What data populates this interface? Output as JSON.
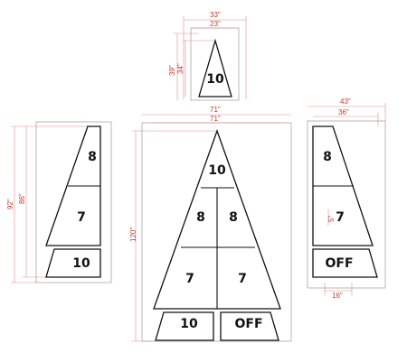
{
  "dimensions": {
    "top_width_outer": "33\"",
    "top_width_inner": "23\"",
    "top_height_outer": "39\"",
    "top_height_inner": "34\"",
    "center_width_outer": "71\"",
    "center_width_inner": "71\"",
    "center_height": "120\"",
    "left_height_outer": "92\"",
    "left_height_inner": "86\"",
    "right_width_outer": "43\"",
    "right_width_inner": "36\"",
    "right_bottom_width": "16\"",
    "right_small": "5\""
  },
  "labels": {
    "top": "10",
    "center_top": "10",
    "center_mid_left": "8",
    "center_mid_right": "8",
    "center_low_left": "7",
    "center_low_right": "7",
    "center_base_left": "10",
    "center_base_right": "OFF",
    "left_top": "8",
    "left_mid": "7",
    "left_base": "10",
    "right_top": "8",
    "right_mid": "7",
    "right_base": "OFF"
  }
}
